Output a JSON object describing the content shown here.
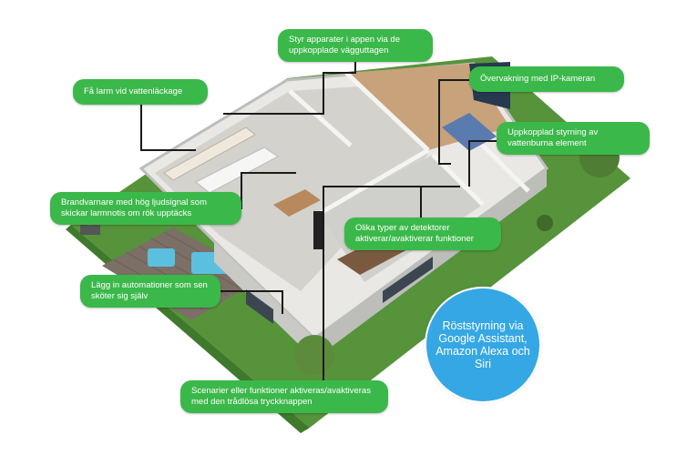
{
  "callouts": {
    "apps_outlets": "Styr apparater i appen via de uppkopplade vägguttagen",
    "water_leak": "Få larm vid vattenläckage",
    "ip_camera": "Övervakning med IP-kameran",
    "water_heating": "Uppkopplad styrning av vattenburna element",
    "smoke_alarm": "Brandvarnare med hög ljudsignal som skickar larmnotis om rök upptäcks",
    "detectors": "Olika typer av detektorer aktiverar/avaktiverar funktioner",
    "automations": "Lägg in automationer som sen sköter sig själv",
    "wireless_button": "Scenarier eller funktioner aktiveras/avaktiveras med den trådlösa tryckknappen"
  },
  "voice_control": "Röststyrning via Google Assistant, Amazon Alexa och Siri",
  "colors": {
    "callout_green": "#3bb84a",
    "voice_blue": "#35a7e4",
    "lawn": "#56933a",
    "floor": "#d4d2cd",
    "walls": "#eeeeee"
  }
}
